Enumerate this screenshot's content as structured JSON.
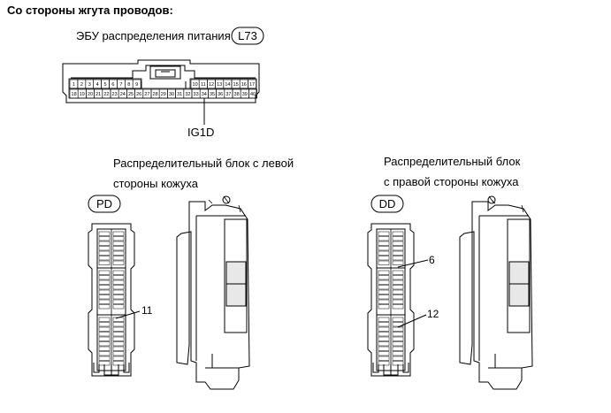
{
  "heading": "Со стороны жгута проводов:",
  "top_connector": {
    "title": "ЭБУ распределения питания",
    "code": "L73",
    "pins_row1_left": [
      "1",
      "2",
      "3",
      "4",
      "5",
      "6",
      "7",
      "8",
      "9"
    ],
    "pins_row1_right": [
      "10",
      "11",
      "12",
      "13",
      "14",
      "15",
      "16",
      "17"
    ],
    "pins_row2": [
      "18",
      "19",
      "20",
      "21",
      "22",
      "23",
      "24",
      "25",
      "26",
      "27",
      "28",
      "29",
      "30",
      "31",
      "32",
      "33",
      "34",
      "35",
      "36",
      "37",
      "38",
      "39",
      "40"
    ],
    "callout": "IG1D"
  },
  "left_block": {
    "title_line1": "Распределительный блок с левой",
    "title_line2": "стороны кожуха",
    "code": "PD",
    "callout": "11"
  },
  "right_block": {
    "title_line1": "Распределительный блок",
    "title_line2": "с правой стороны кожуха",
    "code": "DD",
    "callout_a": "6",
    "callout_b": "12"
  }
}
